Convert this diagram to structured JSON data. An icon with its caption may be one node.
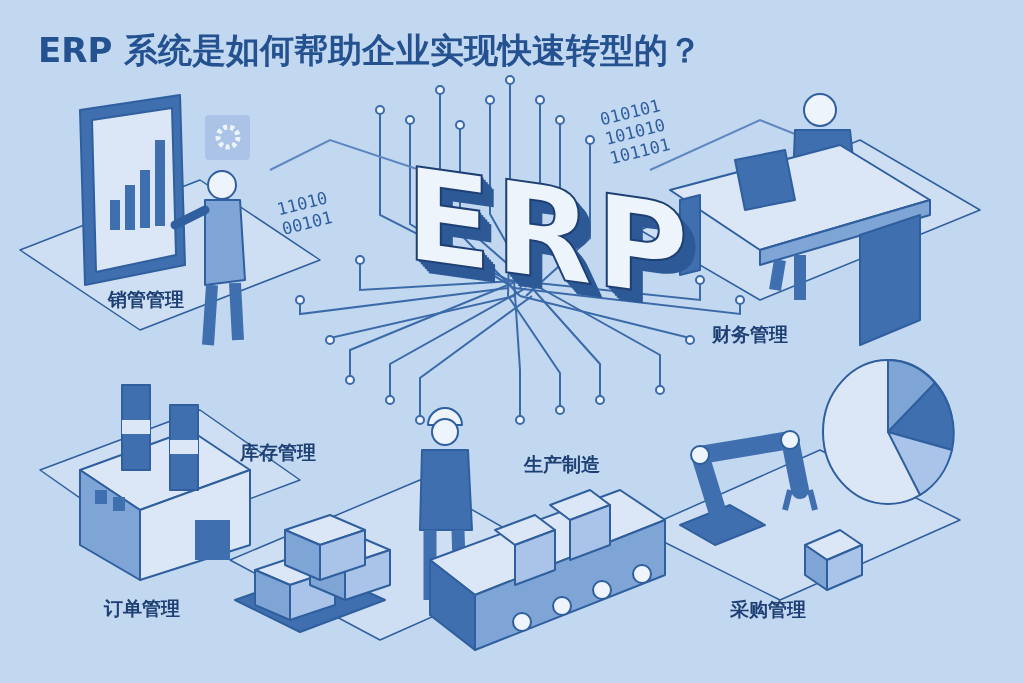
{
  "diagram": {
    "title": "ERP 系统是如何帮助企业实现快速转型的？",
    "labels": [
      "销管管理",
      "11010 00101",
      "ERP",
      "010101 101010 101101",
      "财务管理",
      "库存管理",
      "生产制造",
      "订单管理",
      "采购管理"
    ]
  }
}
